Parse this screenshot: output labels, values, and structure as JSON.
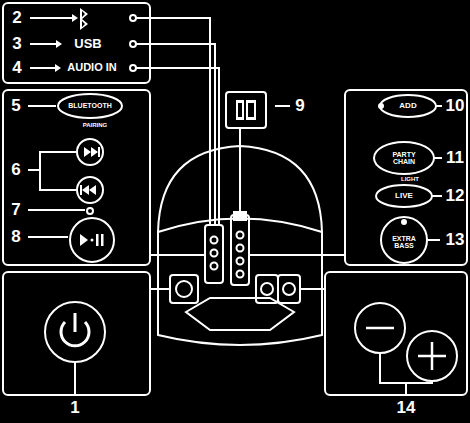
{
  "diagram": {
    "labels": [
      "2",
      "3",
      "USB",
      "4",
      "AUDIO IN",
      "5",
      "BLUETOOTH",
      "PAIRING",
      "6",
      "7",
      "8",
      "9",
      "10",
      "ADD",
      "11",
      "PARTY CHAIN",
      "LIGHT",
      "12",
      "LIVE",
      "13",
      "EXTRA BASS",
      "1",
      "14"
    ]
  }
}
